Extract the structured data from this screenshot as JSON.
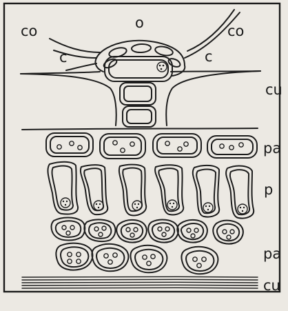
{
  "labels": {
    "co_left": "co",
    "o": "o",
    "co_right": "co",
    "c_left": "c",
    "c_right": "c",
    "cu_top": "cu",
    "pa_top": "pa",
    "p": "p",
    "pa_bottom": "pa",
    "cu_bottom": "cu"
  }
}
